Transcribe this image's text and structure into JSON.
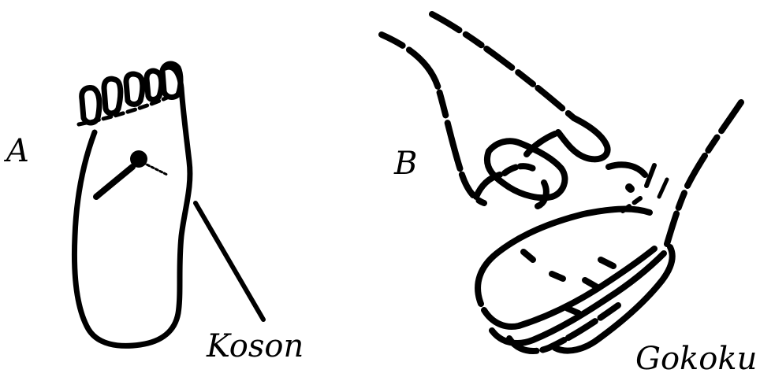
{
  "panels": {
    "a": {
      "letter": "A",
      "point_label": "Koson"
    },
    "b": {
      "letter": "B",
      "point_label": "Gokoku"
    }
  },
  "ink_color": "#000000",
  "background_color": "#ffffff",
  "icons": {
    "a": "foot-sole-illustration",
    "b": "hands-pressing-illustration"
  }
}
